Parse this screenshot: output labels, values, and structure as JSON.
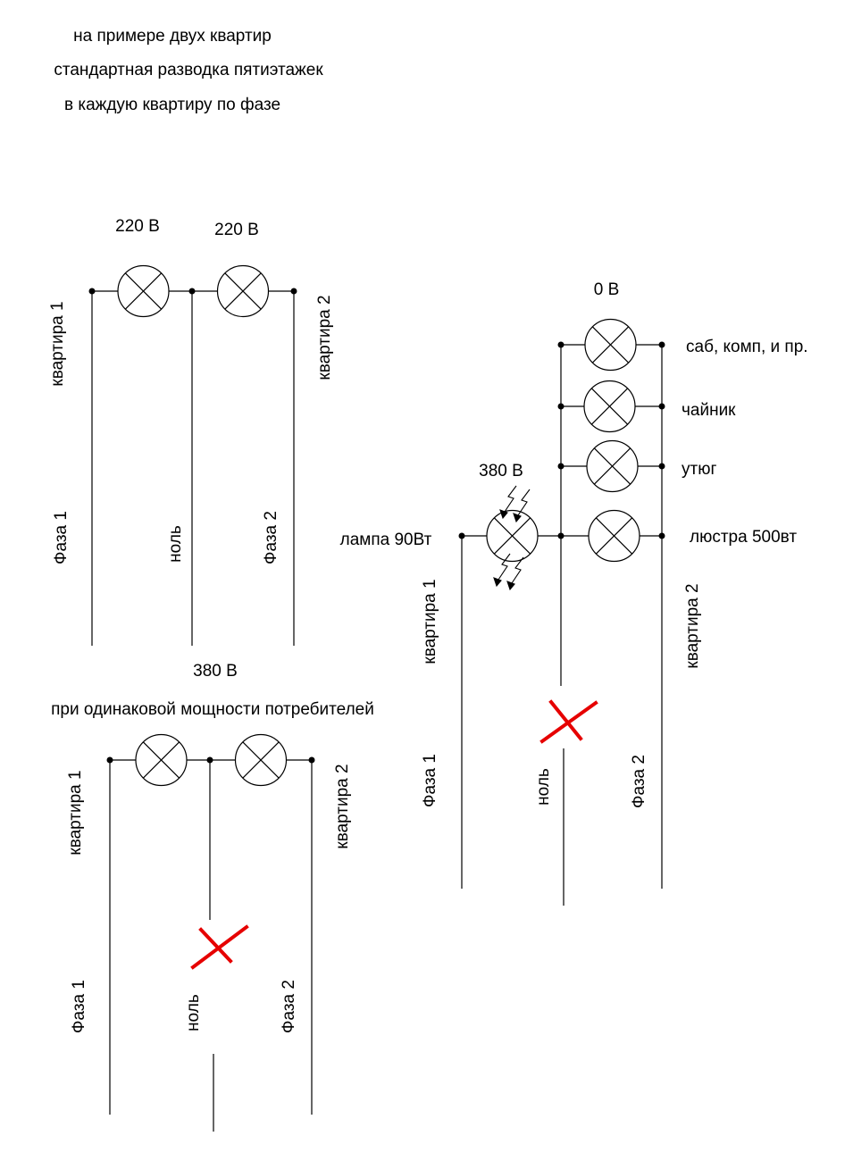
{
  "header": {
    "line1": "на примере двух квартир",
    "line2": "стандартная разводка пятиэтажек",
    "line3": "в каждую квартиру по фазе"
  },
  "diagram_a": {
    "voltage_left": "220 В",
    "voltage_right": "220 В",
    "apt1": "квартира 1",
    "apt2": "квартира 2",
    "phase1": "Фаза 1",
    "neutral": "ноль",
    "phase2": "Фаза 2",
    "bottom_voltage": "380 В"
  },
  "diagram_b": {
    "caption": "при одинаковой мощности потребителей",
    "apt1": "квартира 1",
    "apt2": "квартира 2",
    "phase1": "Фаза 1",
    "neutral": "ноль",
    "phase2": "Фаза 2"
  },
  "diagram_c": {
    "top_voltage": "0 В",
    "lamp_voltage": "380 В",
    "load1": "саб, комп, и пр.",
    "load2": "чайник",
    "load3": "утюг",
    "load4": "люстра 500вт",
    "lamp_label": "лампа 90Вт",
    "apt1": "квартира 1",
    "apt2": "квартира 2",
    "phase1": "Фаза 1",
    "neutral": "ноль",
    "phase2": "Фаза 2"
  },
  "colors": {
    "line": "#000000",
    "break_mark": "#e60000",
    "background": "#ffffff"
  }
}
